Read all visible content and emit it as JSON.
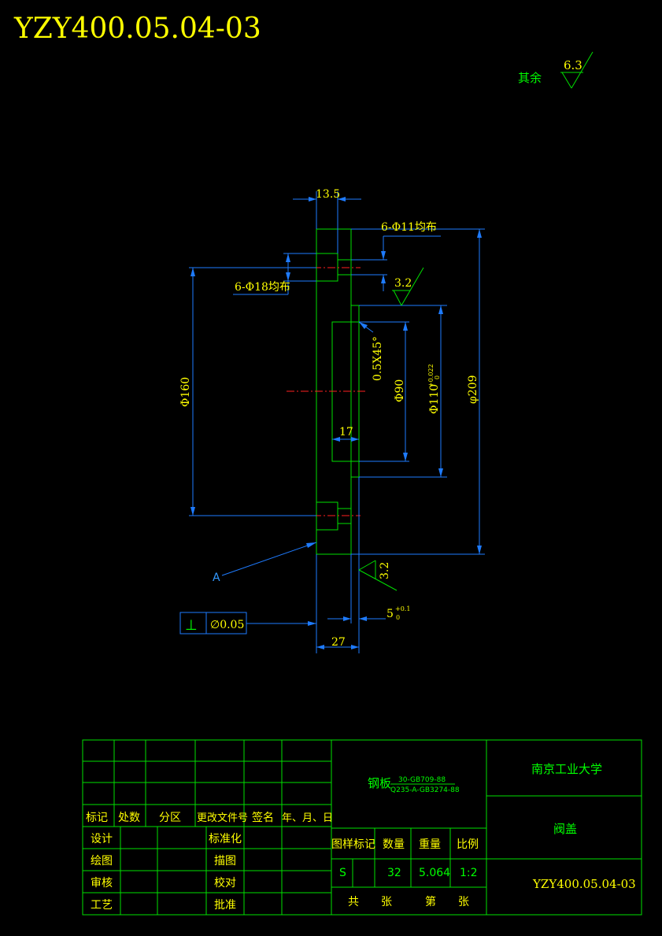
{
  "drawing_number_header": "YZY400.05.04-03",
  "roughness": {
    "rest_label": "其余",
    "rest_value": "6.3",
    "surface_top": "3.2",
    "surface_bottom": "3.2"
  },
  "dimensions": {
    "d_13_5": "13.5",
    "holes_11": "6-Φ11均布",
    "holes_18": "6-Φ18均布",
    "d_160": "Φ160",
    "chamfer": "0.5X45°",
    "d_90": "Φ90",
    "d_110": "Φ110",
    "d_110_tol_upper": "+0.022",
    "d_110_tol_lower": "0",
    "d_209": "φ209",
    "d_17": "17",
    "d_5": "5",
    "d_5_tol_upper": "+0.1",
    "d_5_tol_lower": "0",
    "d_27": "27"
  },
  "datum": {
    "label": "A"
  },
  "tolerance_frame": {
    "symbol": "⊥",
    "value": "∅0.05"
  },
  "title_block": {
    "material_main": "钢板",
    "material_top": "30-GB709-88",
    "material_bottom": "Q235-A-GB3274-88",
    "revision_headers": [
      "标记",
      "处数",
      "分区",
      "更改文件号",
      "签名",
      "年、月、日"
    ],
    "row_labels_left": [
      "设计",
      "绘图",
      "审核",
      "工艺"
    ],
    "row_labels_mid": [
      "标准化",
      "描图",
      "校对",
      "批准"
    ],
    "attr_headers": [
      "图样标记",
      "数量",
      "重量",
      "比例"
    ],
    "attr_values": [
      "S",
      "",
      "32",
      "5.064",
      "1:2"
    ],
    "sheet_total": "共",
    "sheet_unit1": "张",
    "sheet_no": "第",
    "sheet_unit2": "张",
    "school": "南京工业大学",
    "part_name": "阀盖",
    "drawing_number": "YZY400.05.04-03"
  }
}
